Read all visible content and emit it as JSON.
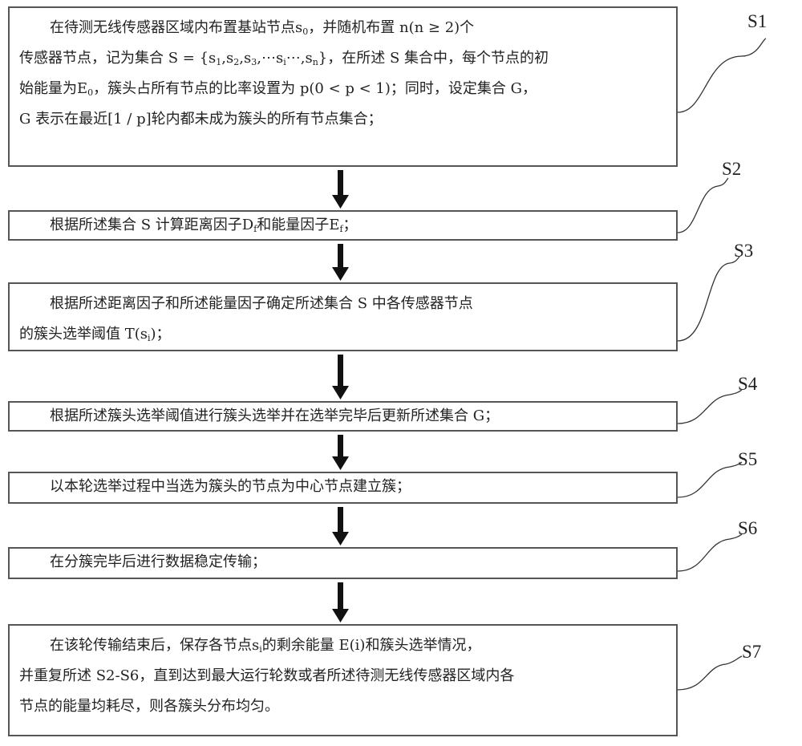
{
  "steps": [
    {
      "label": "S1",
      "lines": [
        [
          {
            "t": "在待测无线传感器区域内布置基站节点s"
          },
          {
            "t": "0",
            "sub": true
          },
          {
            "t": "，并随机布置 n(n ≥ 2)个"
          }
        ],
        [
          {
            "t": "传感器节点，记为集合 S = {s"
          },
          {
            "t": "1",
            "sub": true
          },
          {
            "t": ",s"
          },
          {
            "t": "2",
            "sub": true
          },
          {
            "t": ",s"
          },
          {
            "t": "3",
            "sub": true
          },
          {
            "t": ",⋯s"
          },
          {
            "t": "i",
            "sub": true
          },
          {
            "t": "⋯,s"
          },
          {
            "t": "n",
            "sub": true
          },
          {
            "t": "}，在所述 S 集合中，每个节点的初"
          }
        ],
        [
          {
            "t": "始能量为E"
          },
          {
            "t": "0",
            "sub": true
          },
          {
            "t": "，簇头占所有节点的比率设置为 p(0 < p < 1)；同时，设定集合 G，"
          }
        ],
        [
          {
            "t": "G 表示在最近[1 / p]轮内都未成为簇头的所有节点集合；"
          }
        ]
      ]
    },
    {
      "label": "S2",
      "lines": [
        [
          {
            "t": "根据所述集合 S 计算距离因子D"
          },
          {
            "t": "f",
            "sub": true
          },
          {
            "t": "和能量因子E"
          },
          {
            "t": "f",
            "sub": true
          },
          {
            "t": "；"
          }
        ]
      ]
    },
    {
      "label": "S3",
      "lines": [
        [
          {
            "t": "根据所述距离因子和所述能量因子确定所述集合 S 中各传感器节点"
          }
        ],
        [
          {
            "t": "的簇头选举阈值 T(s"
          },
          {
            "t": "i",
            "sub": true
          },
          {
            "t": ")；"
          }
        ]
      ]
    },
    {
      "label": "S4",
      "lines": [
        [
          {
            "t": "根据所述簇头选举阈值进行簇头选举并在选举完毕后更新所述集合 G；"
          }
        ]
      ]
    },
    {
      "label": "S5",
      "lines": [
        [
          {
            "t": "以本轮选举过程中当选为簇头的节点为中心节点建立簇；"
          }
        ]
      ]
    },
    {
      "label": "S6",
      "lines": [
        [
          {
            "t": "在分簇完毕后进行数据稳定传输；"
          }
        ]
      ]
    },
    {
      "label": "S7",
      "lines": [
        [
          {
            "t": "在该轮传输结束后，保存各节点s"
          },
          {
            "t": "i",
            "sub": true
          },
          {
            "t": "的剩余能量 E(i)和簇头选举情况，"
          }
        ],
        [
          {
            "t": "并重复所述 S2-S6，直到达到最大运行轮数或者所述待测无线传感器区域内各"
          }
        ],
        [
          {
            "t": "节点的能量均耗尽，则各簇头分布均匀。"
          }
        ]
      ]
    }
  ]
}
